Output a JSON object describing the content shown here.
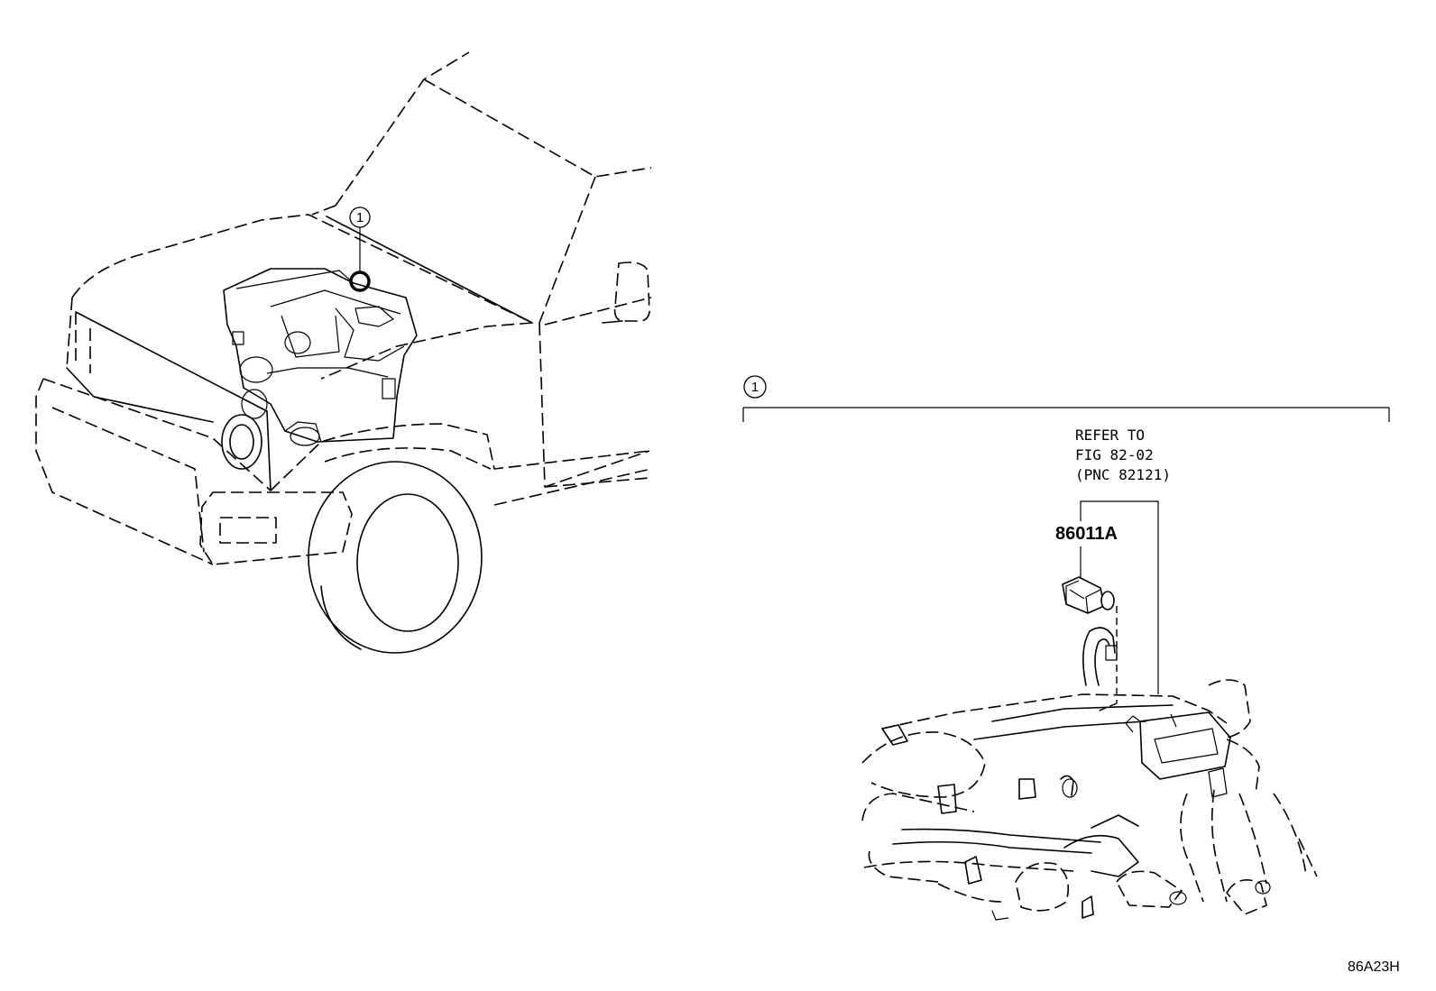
{
  "callouts": {
    "vehicle_marker": "1",
    "group_marker": "1"
  },
  "reference": {
    "line1": "REFER TO",
    "line2": "FIG 82-02",
    "line3": "(PNC 82121)"
  },
  "part": {
    "number": "86011A"
  },
  "figure_id": "86A23H"
}
